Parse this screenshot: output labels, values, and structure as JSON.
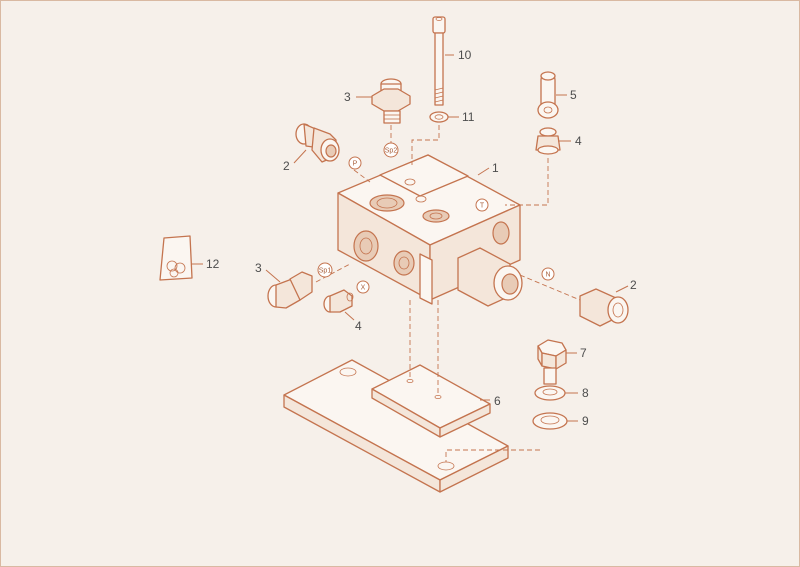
{
  "colors": {
    "background": "#f6f0ea",
    "line": "#c4744f",
    "label": "#4d4d4d"
  },
  "callouts": {
    "c1": "1",
    "c2a": "2",
    "c2b": "2",
    "c3a": "3",
    "c3b": "3",
    "c4a": "4",
    "c4b": "4",
    "c5": "5",
    "c6": "6",
    "c7": "7",
    "c8": "8",
    "c9": "9",
    "c10": "10",
    "c11": "11",
    "c12": "12"
  },
  "ports": {
    "p": "P",
    "t": "T",
    "n": "N",
    "x": "X",
    "sp1": "Sp1",
    "sp2": "Sp2"
  }
}
